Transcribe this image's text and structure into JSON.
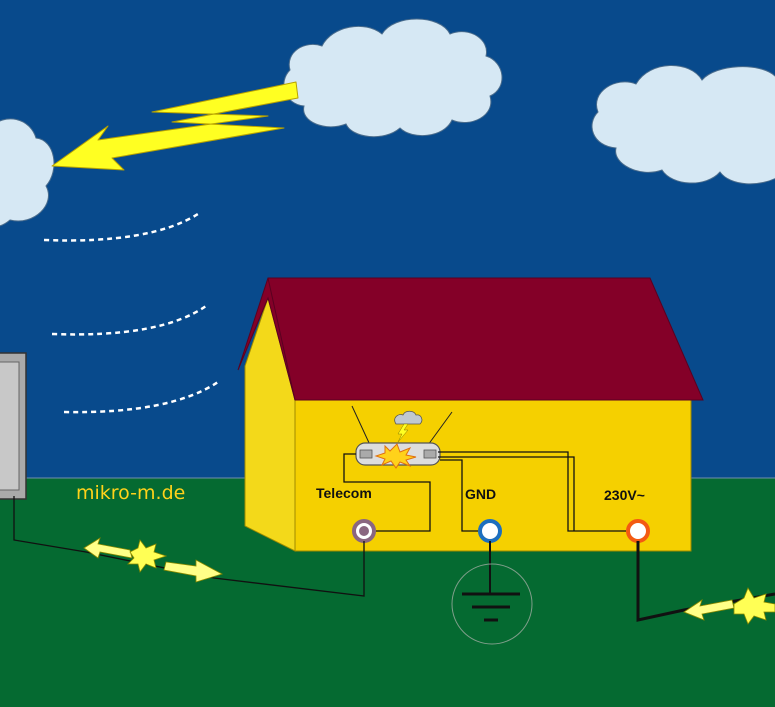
{
  "watermark": "mikro-m.de",
  "terminals": {
    "telecom": "Telecom",
    "ground": "GND",
    "power": "230V~"
  },
  "colors": {
    "sky": "#084a8c",
    "grass": "#056a31",
    "roof": "#840028",
    "wall": "#f5d000",
    "wall_shade": "#f3d91a",
    "cloud": "#d6e8f4",
    "lightning": "#ffff22",
    "watermark": "#ffd21a",
    "telecom_ring": "#8a6680",
    "ground_ring": "#1d6fbf",
    "power_ring": "#f35a12"
  },
  "icons": [
    "lightning-bolt-icon",
    "cloud-icon",
    "surge-spark-icon",
    "earth-ground-icon",
    "surge-protector-icon"
  ]
}
